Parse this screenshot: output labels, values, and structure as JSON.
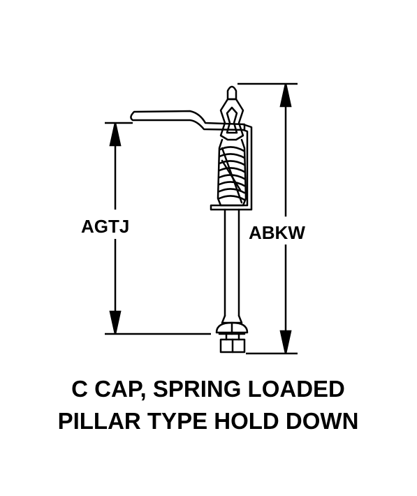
{
  "diagram": {
    "dimension_left_label": "AGTJ",
    "dimension_right_label": "ABKW",
    "caption_line_1": "C CAP, SPRING LOADED",
    "caption_line_2": "PILLAR TYPE HOLD DOWN",
    "ink_color": "#000000",
    "background_color": "#ffffff"
  }
}
